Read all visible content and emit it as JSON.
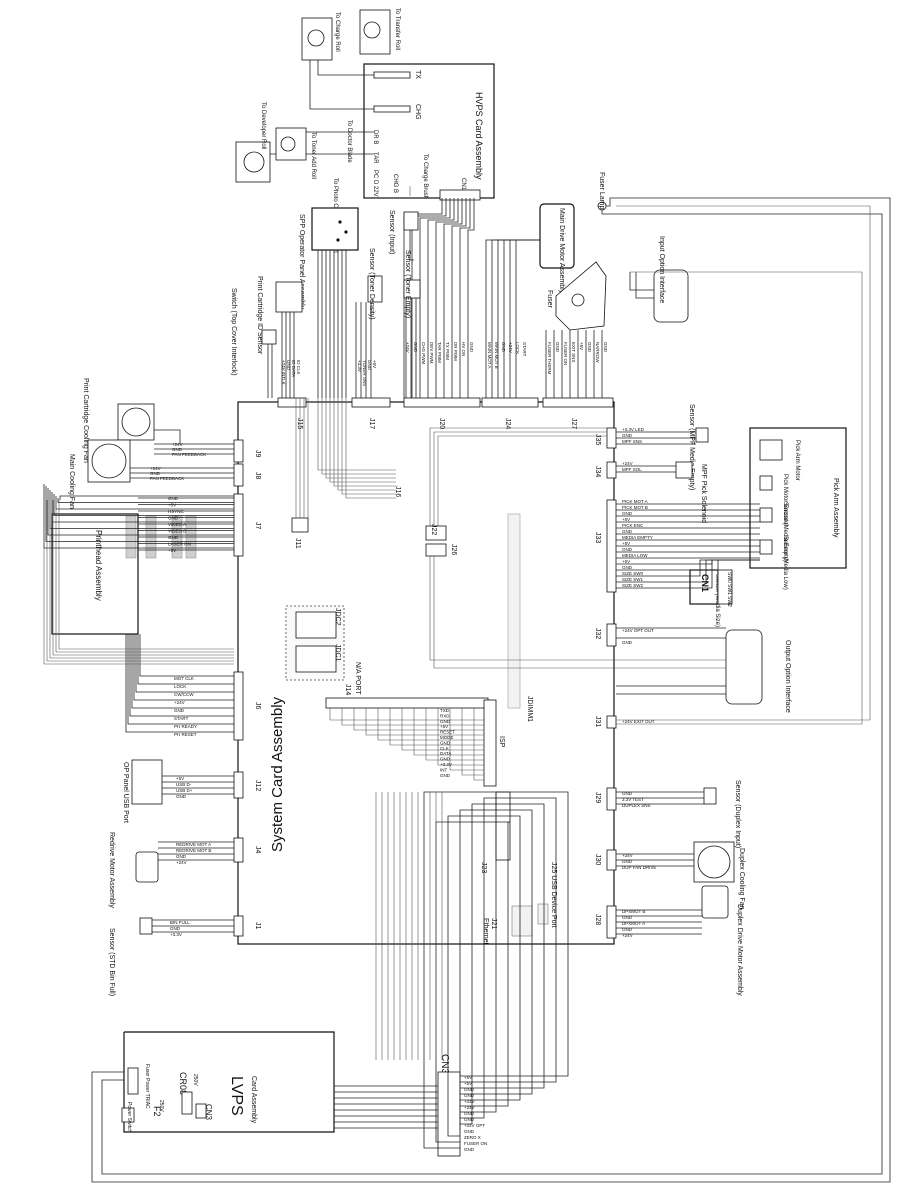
{
  "system_card": {
    "title": "System Card Assembly",
    "connectors": {
      "j15": "J15",
      "j17": "J17",
      "j20": "J20",
      "j24": "J24",
      "j27": "J27",
      "j16": "J16",
      "j11": "J11",
      "j22": "J22",
      "j26": "J26",
      "j35": "J35",
      "j34": "J34",
      "j33": "J33",
      "j32": "J32",
      "j31": "J31",
      "j29": "J29",
      "j30": "J30",
      "j28": "J28",
      "j8": "J8",
      "j9": "J9",
      "j7": "J7",
      "j6": "J6",
      "j12": "J12",
      "j4": "J4",
      "j1": "J1",
      "j14": "J14",
      "na_port": "N/A PORT",
      "jdc2": "JDC2",
      "jdc1": "JDC1",
      "isp": "ISP",
      "jdimm1": "JDIMM1",
      "j23": "J23",
      "j21": "J21",
      "ethernet": "Ethernet",
      "j25": "J25  USB Device Port"
    }
  },
  "hvps": {
    "title": "HVPS Card Assembly",
    "tx": "TX",
    "chg": "CHG",
    "dr_b": "DR B",
    "tar": "TAR",
    "pc_d_22v": "PC D 22V",
    "chg_b": "CHG B",
    "cn1": "CN1",
    "to_transfer_roll": "To Transfer Roll",
    "to_charge_roll": "To Charge Roll",
    "to_developer_roll": "To Developer Roll",
    "to_toner_add_roll": "To Toner Add Roll",
    "to_doctor_blade": "To Doctor Blade",
    "to_charge_brush": "To Charge Brush",
    "to_photo_conductor_ground": "To Photo Conductor Ground"
  },
  "lvps": {
    "title": "LVPS",
    "subtitle": "Card Assembly",
    "f2": "F2",
    "f2_rating": "250V",
    "cr08": "CR08",
    "cr08_rating": "250V",
    "cn3": "CN3",
    "cn3_main": "CN3",
    "power_switch": "Power Switch",
    "fuser_power_triac": "Fuser Power TRIAC"
  },
  "labels": {
    "fuser_lamp": "Fuser Lamp",
    "input_option_interface": "Input Option Interface",
    "output_option_interface": "Output Option Interface",
    "main_drive_motor_assembly": "Main Drive Motor Assembly",
    "fuser": "Fuser",
    "sensor_toner_empty": "Sensor (Toner Empty)",
    "sensor_toner_density": "Sensor (Toner Density)",
    "sensor_input": "Sensor (Input)",
    "spp_operator_panel_assembly": "SPP Operator Panel Assembly",
    "print_cartridge_id_sensor": "Print Cartridge ID Sensor",
    "switch_top_cover_interlock": "Switch (Top Cover Interlock)",
    "print_cartridge_cooling_fan": "Print Cartridge Cooling Fan",
    "main_cooling_fan": "Main Cooling Fan",
    "printhead_assembly": "Printhead Assembly",
    "op_panel_usb_port": "OP Panel USB Port",
    "redrive_motor_assembly": "Redrive Motor Assembly",
    "sensor_std_bin_full": "Sensor (STD Bin Full)",
    "sensor_mpf_media_empty": "Sensor (MPF Media Empty)",
    "mpf_pick_solenoid": "MPF Pick Solenoid",
    "pick_arm_motor": "Pick Arm Motor",
    "pick_motor_encoder": "Pick Motor Encoder",
    "sensor_media_empty": "Sensor (Media Empty)",
    "sensor_media_low": "Sensor (Media Low)",
    "pick_arm_assembly": "Pick Arm Assembly",
    "cn1_switch": "CN1",
    "switch_media_size": "Switch (Media Size)",
    "sw0": "SW0",
    "sw1": "SW1",
    "sw2": "SW2",
    "sensor_duplex_input": "Sensor (Duplex Input)",
    "duplex_cooling_fan": "Duplex Cooling Fan",
    "duplex_drive_motor_assembly": "Duplex Drive Motor Assembly"
  },
  "pin_labels": {
    "j32": [
      "+24V OPT OUT",
      "GND"
    ],
    "j31": [
      "+24V EXIT OUT"
    ],
    "j29": [
      "GND",
      "3.3V TEST",
      "DUPLEX SNS"
    ],
    "j30": [
      "+24V",
      "GND",
      "DUP FAN DRIVE"
    ],
    "j28": [
      "DPXMOT B",
      "GND",
      "DPXMOT A",
      "GND",
      "+24V"
    ],
    "j35": [
      "+3.3V LED",
      "GND",
      "MPF SNS"
    ],
    "j34": [
      "+24V",
      "MPF SOL"
    ],
    "j33": [
      "PICK MOT A",
      "PICK MOT B",
      "GND",
      "+5V",
      "PICK ENC",
      "GND",
      "MEDIA EMPTY",
      "+5V",
      "GND",
      "MEDIA LOW",
      "+5V",
      "GND",
      "SIZE SW0",
      "SIZE SW1",
      "SIZE SW2"
    ],
    "j9": [
      "+24V",
      "GND",
      "FAN FEEDBACK"
    ],
    "j8": [
      "+24V",
      "GND",
      "FAN FEEDBACK"
    ],
    "j7": [
      "GND",
      "+5V",
      "HSYNC",
      "GND",
      "VIDEO A",
      "VIDEO B",
      "GND",
      "LASER ON",
      "+5V"
    ],
    "j6": [
      "MOT CLK",
      "LOCK",
      "CW/CCW",
      "+24V",
      "GND",
      "START",
      "PH READY",
      "PH RESET"
    ],
    "j12": [
      "+5V",
      "USB D-",
      "USB D+",
      "GND"
    ],
    "j4": [
      "REDRIVE MOT A",
      "REDRIVE MOT B",
      "GND",
      "+24V"
    ],
    "j1": [
      "BIN FULL",
      "GND",
      "+3.3V"
    ],
    "j15": [
      "+24V INTLK",
      "GND",
      "ID DATA",
      "ID CLK"
    ],
    "j17": [
      "+3.3V",
      "TONER SNS",
      "GND",
      "+5V"
    ],
    "j20": [
      "+24V",
      "GND",
      "CHG PWM",
      "DEV PWM",
      "TAR PWM",
      "TX PWM",
      "DR PWM",
      "HV ON",
      "GND"
    ],
    "j24": [
      "MAIN MOT A",
      "MAIN MOT B",
      "GND",
      "+24V",
      "LOCK",
      "START"
    ],
    "j27": [
      "FUSER THERM",
      "GND",
      "FUSER ON",
      "EXIT SNS",
      "+5V",
      "GND",
      "NARROW",
      "GND"
    ],
    "j14": [
      "TXD",
      "RXD",
      "GND",
      "+5V",
      "RESET",
      "MODE",
      "GND",
      "CLK",
      "DATA",
      "GND",
      "+3.3V",
      "INT",
      "GND"
    ],
    "cn3": [
      "+5V",
      "+5V",
      "GND",
      "GND",
      "+24V",
      "+24V",
      "GND",
      "GND",
      "+24V OPT",
      "GND",
      "ZERO X",
      "FUSER ON",
      "GND"
    ]
  }
}
